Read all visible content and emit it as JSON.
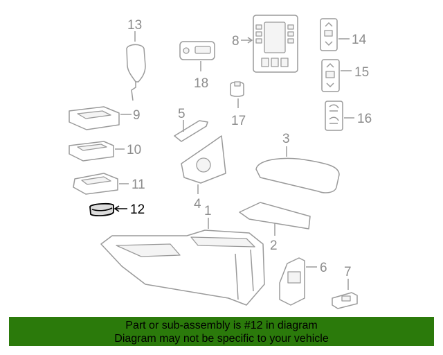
{
  "diagram": {
    "callouts": [
      {
        "id": "1",
        "label": "1"
      },
      {
        "id": "2",
        "label": "2"
      },
      {
        "id": "3",
        "label": "3"
      },
      {
        "id": "4",
        "label": "4"
      },
      {
        "id": "5",
        "label": "5"
      },
      {
        "id": "6",
        "label": "6"
      },
      {
        "id": "7",
        "label": "7"
      },
      {
        "id": "8",
        "label": "8"
      },
      {
        "id": "9",
        "label": "9"
      },
      {
        "id": "10",
        "label": "10"
      },
      {
        "id": "11",
        "label": "11"
      },
      {
        "id": "12",
        "label": "12"
      },
      {
        "id": "13",
        "label": "13"
      },
      {
        "id": "14",
        "label": "14"
      },
      {
        "id": "15",
        "label": "15"
      },
      {
        "id": "16",
        "label": "16"
      },
      {
        "id": "17",
        "label": "17"
      },
      {
        "id": "18",
        "label": "18"
      }
    ],
    "highlighted_part": "12",
    "colors": {
      "line": "#9a9a9a",
      "highlight": "#000000",
      "banner": "#2b7a0b"
    }
  },
  "footer": {
    "line1": "Part or sub-assembly is #12 in diagram",
    "line2": "Diagram may not be specific to your vehicle"
  }
}
